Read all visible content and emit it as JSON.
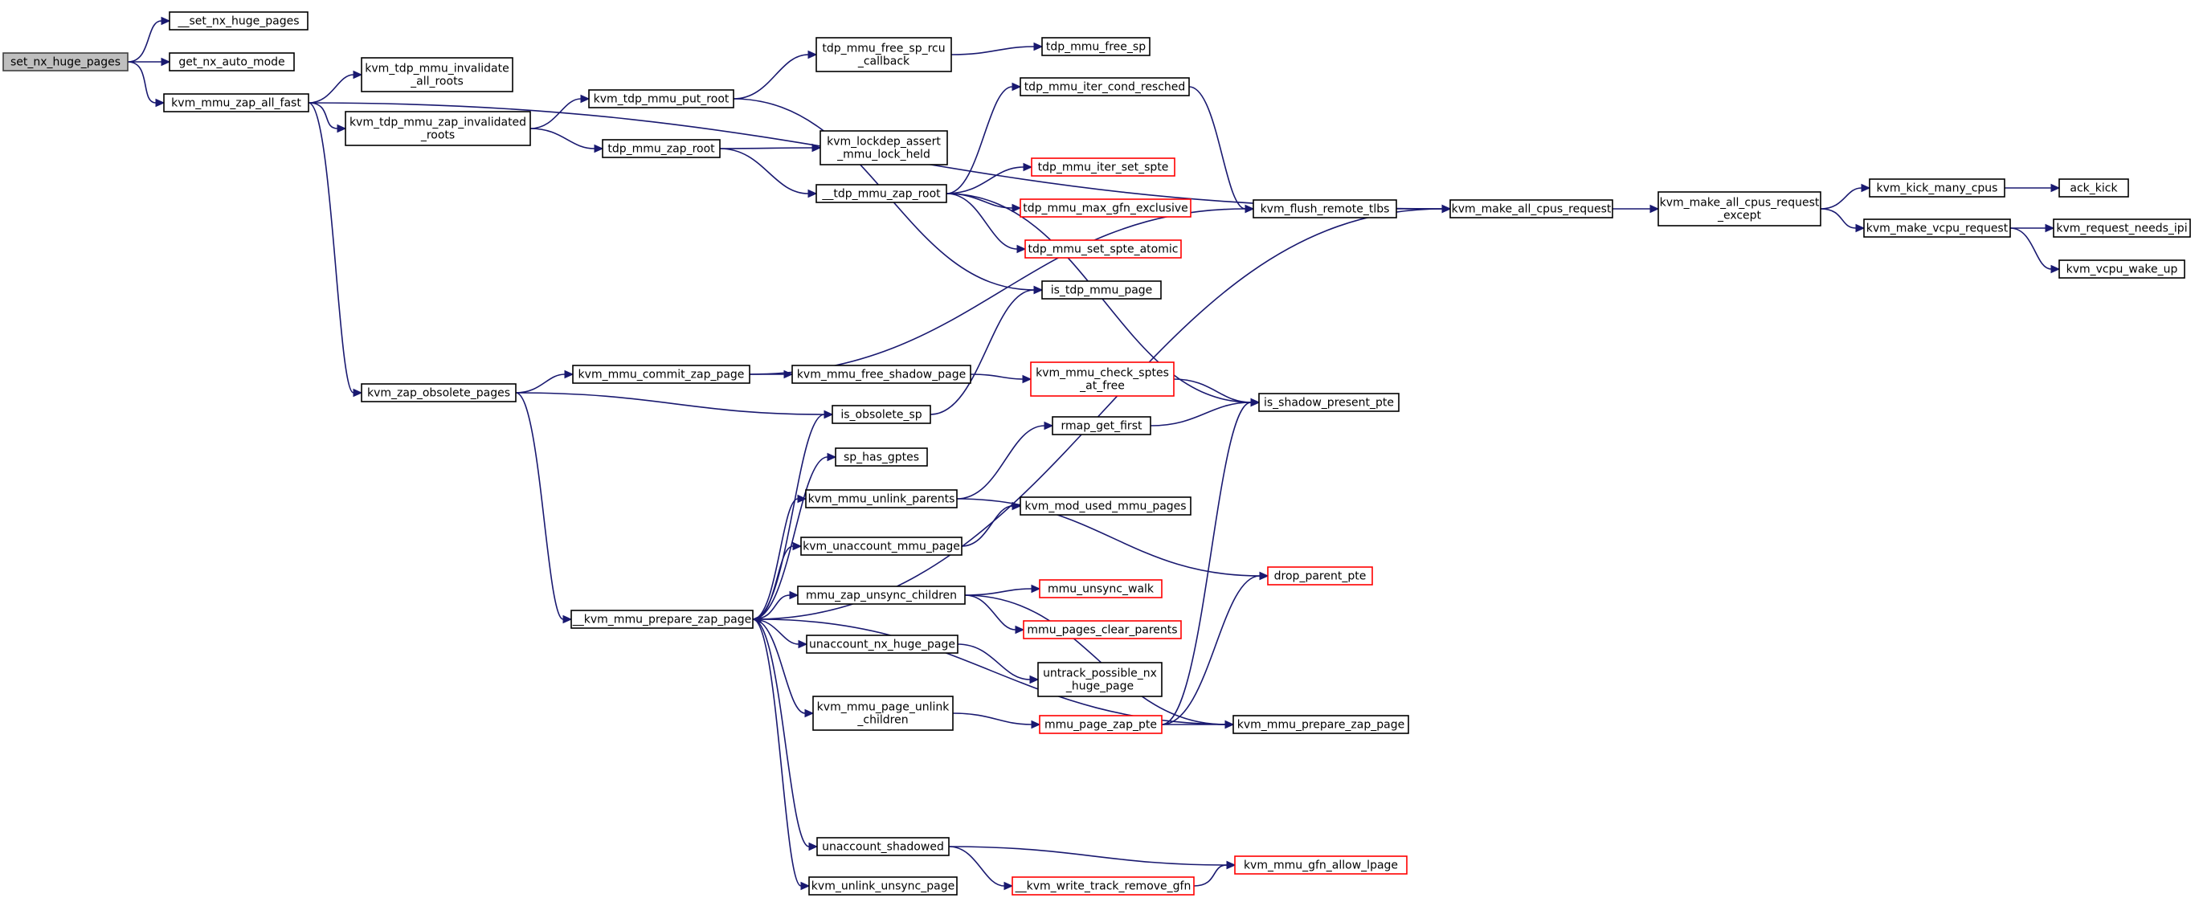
{
  "colors": {
    "edge": "#191970",
    "node_border": "#000000",
    "node_border_incomplete": "#ff0000",
    "root_fill": "#bfbfbf"
  },
  "nodes": [
    {
      "id": "set_nx_huge_pages",
      "lines": [
        "set_nx_huge_pages"
      ],
      "style": "root"
    },
    {
      "id": "__set_nx_huge_pages",
      "lines": [
        "__set_nx_huge_pages"
      ],
      "style": "normal"
    },
    {
      "id": "get_nx_auto_mode",
      "lines": [
        "get_nx_auto_mode"
      ],
      "style": "normal"
    },
    {
      "id": "kvm_mmu_zap_all_fast",
      "lines": [
        "kvm_mmu_zap_all_fast"
      ],
      "style": "normal"
    },
    {
      "id": "kvm_tdp_mmu_invalidate_all_roots",
      "lines": [
        "kvm_tdp_mmu_invalidate",
        "_all_roots"
      ],
      "style": "normal"
    },
    {
      "id": "kvm_tdp_mmu_zap_invalidated_roots",
      "lines": [
        "kvm_tdp_mmu_zap_invalidated",
        "_roots"
      ],
      "style": "normal"
    },
    {
      "id": "kvm_zap_obsolete_pages",
      "lines": [
        "kvm_zap_obsolete_pages"
      ],
      "style": "normal"
    },
    {
      "id": "kvm_tdp_mmu_put_root",
      "lines": [
        "kvm_tdp_mmu_put_root"
      ],
      "style": "normal"
    },
    {
      "id": "tdp_mmu_zap_root",
      "lines": [
        "tdp_mmu_zap_root"
      ],
      "style": "normal"
    },
    {
      "id": "tdp_mmu_free_sp_rcu_callback",
      "lines": [
        "tdp_mmu_free_sp_rcu",
        "_callback"
      ],
      "style": "normal"
    },
    {
      "id": "tdp_mmu_free_sp",
      "lines": [
        "tdp_mmu_free_sp"
      ],
      "style": "normal"
    },
    {
      "id": "kvm_lockdep_assert_mmu_lock_held",
      "lines": [
        "kvm_lockdep_assert",
        "_mmu_lock_held"
      ],
      "style": "normal"
    },
    {
      "id": "__tdp_mmu_zap_root",
      "lines": [
        "__tdp_mmu_zap_root"
      ],
      "style": "normal"
    },
    {
      "id": "tdp_mmu_iter_cond_resched",
      "lines": [
        "tdp_mmu_iter_cond_resched"
      ],
      "style": "normal"
    },
    {
      "id": "tdp_mmu_iter_set_spte",
      "lines": [
        "tdp_mmu_iter_set_spte"
      ],
      "style": "red"
    },
    {
      "id": "tdp_mmu_max_gfn_exclusive",
      "lines": [
        "tdp_mmu_max_gfn_exclusive"
      ],
      "style": "red"
    },
    {
      "id": "tdp_mmu_set_spte_atomic",
      "lines": [
        "tdp_mmu_set_spte_atomic"
      ],
      "style": "red"
    },
    {
      "id": "is_tdp_mmu_page",
      "lines": [
        "is_tdp_mmu_page"
      ],
      "style": "normal"
    },
    {
      "id": "kvm_flush_remote_tlbs",
      "lines": [
        "kvm_flush_remote_tlbs"
      ],
      "style": "normal"
    },
    {
      "id": "kvm_make_all_cpus_request",
      "lines": [
        "kvm_make_all_cpus_request"
      ],
      "style": "normal"
    },
    {
      "id": "kvm_make_all_cpus_request_except",
      "lines": [
        "kvm_make_all_cpus_request",
        "_except"
      ],
      "style": "normal"
    },
    {
      "id": "kvm_kick_many_cpus",
      "lines": [
        "kvm_kick_many_cpus"
      ],
      "style": "normal"
    },
    {
      "id": "ack_kick",
      "lines": [
        "ack_kick"
      ],
      "style": "normal"
    },
    {
      "id": "kvm_make_vcpu_request",
      "lines": [
        "kvm_make_vcpu_request"
      ],
      "style": "normal"
    },
    {
      "id": "kvm_request_needs_ipi",
      "lines": [
        "kvm_request_needs_ipi"
      ],
      "style": "normal"
    },
    {
      "id": "kvm_vcpu_wake_up",
      "lines": [
        "kvm_vcpu_wake_up"
      ],
      "style": "normal"
    },
    {
      "id": "kvm_mmu_commit_zap_page",
      "lines": [
        "kvm_mmu_commit_zap_page"
      ],
      "style": "normal"
    },
    {
      "id": "kvm_mmu_free_shadow_page",
      "lines": [
        "kvm_mmu_free_shadow_page"
      ],
      "style": "normal"
    },
    {
      "id": "kvm_mmu_check_sptes_at_free",
      "lines": [
        "kvm_mmu_check_sptes",
        "_at_free"
      ],
      "style": "red"
    },
    {
      "id": "is_shadow_present_pte",
      "lines": [
        "is_shadow_present_pte"
      ],
      "style": "normal"
    },
    {
      "id": "is_obsolete_sp",
      "lines": [
        "is_obsolete_sp"
      ],
      "style": "normal"
    },
    {
      "id": "sp_has_gptes",
      "lines": [
        "sp_has_gptes"
      ],
      "style": "normal"
    },
    {
      "id": "kvm_mmu_unlink_parents",
      "lines": [
        "kvm_mmu_unlink_parents"
      ],
      "style": "normal"
    },
    {
      "id": "rmap_get_first",
      "lines": [
        "rmap_get_first"
      ],
      "style": "normal"
    },
    {
      "id": "kvm_unaccount_mmu_page",
      "lines": [
        "kvm_unaccount_mmu_page"
      ],
      "style": "normal"
    },
    {
      "id": "kvm_mod_used_mmu_pages",
      "lines": [
        "kvm_mod_used_mmu_pages"
      ],
      "style": "normal"
    },
    {
      "id": "__kvm_mmu_prepare_zap_page",
      "lines": [
        "__kvm_mmu_prepare_zap_page"
      ],
      "style": "normal"
    },
    {
      "id": "mmu_zap_unsync_children",
      "lines": [
        "mmu_zap_unsync_children"
      ],
      "style": "normal"
    },
    {
      "id": "mmu_unsync_walk",
      "lines": [
        "mmu_unsync_walk"
      ],
      "style": "red"
    },
    {
      "id": "drop_parent_pte",
      "lines": [
        "drop_parent_pte"
      ],
      "style": "red"
    },
    {
      "id": "mmu_pages_clear_parents",
      "lines": [
        "mmu_pages_clear_parents"
      ],
      "style": "red"
    },
    {
      "id": "unaccount_nx_huge_page",
      "lines": [
        "unaccount_nx_huge_page"
      ],
      "style": "normal"
    },
    {
      "id": "untrack_possible_nx_huge_page",
      "lines": [
        "untrack_possible_nx",
        "_huge_page"
      ],
      "style": "normal"
    },
    {
      "id": "kvm_mmu_page_unlink_children",
      "lines": [
        "kvm_mmu_page_unlink",
        "_children"
      ],
      "style": "normal"
    },
    {
      "id": "mmu_page_zap_pte",
      "lines": [
        "mmu_page_zap_pte"
      ],
      "style": "red"
    },
    {
      "id": "kvm_mmu_prepare_zap_page",
      "lines": [
        "kvm_mmu_prepare_zap_page"
      ],
      "style": "normal"
    },
    {
      "id": "unaccount_shadowed",
      "lines": [
        "unaccount_shadowed"
      ],
      "style": "normal"
    },
    {
      "id": "kvm_mmu_gfn_allow_lpage",
      "lines": [
        "kvm_mmu_gfn_allow_lpage"
      ],
      "style": "red"
    },
    {
      "id": "__kvm_write_track_remove_gfn",
      "lines": [
        "__kvm_write_track_remove_gfn"
      ],
      "style": "red"
    },
    {
      "id": "kvm_unlink_unsync_page",
      "lines": [
        "kvm_unlink_unsync_page"
      ],
      "style": "normal"
    }
  ]
}
